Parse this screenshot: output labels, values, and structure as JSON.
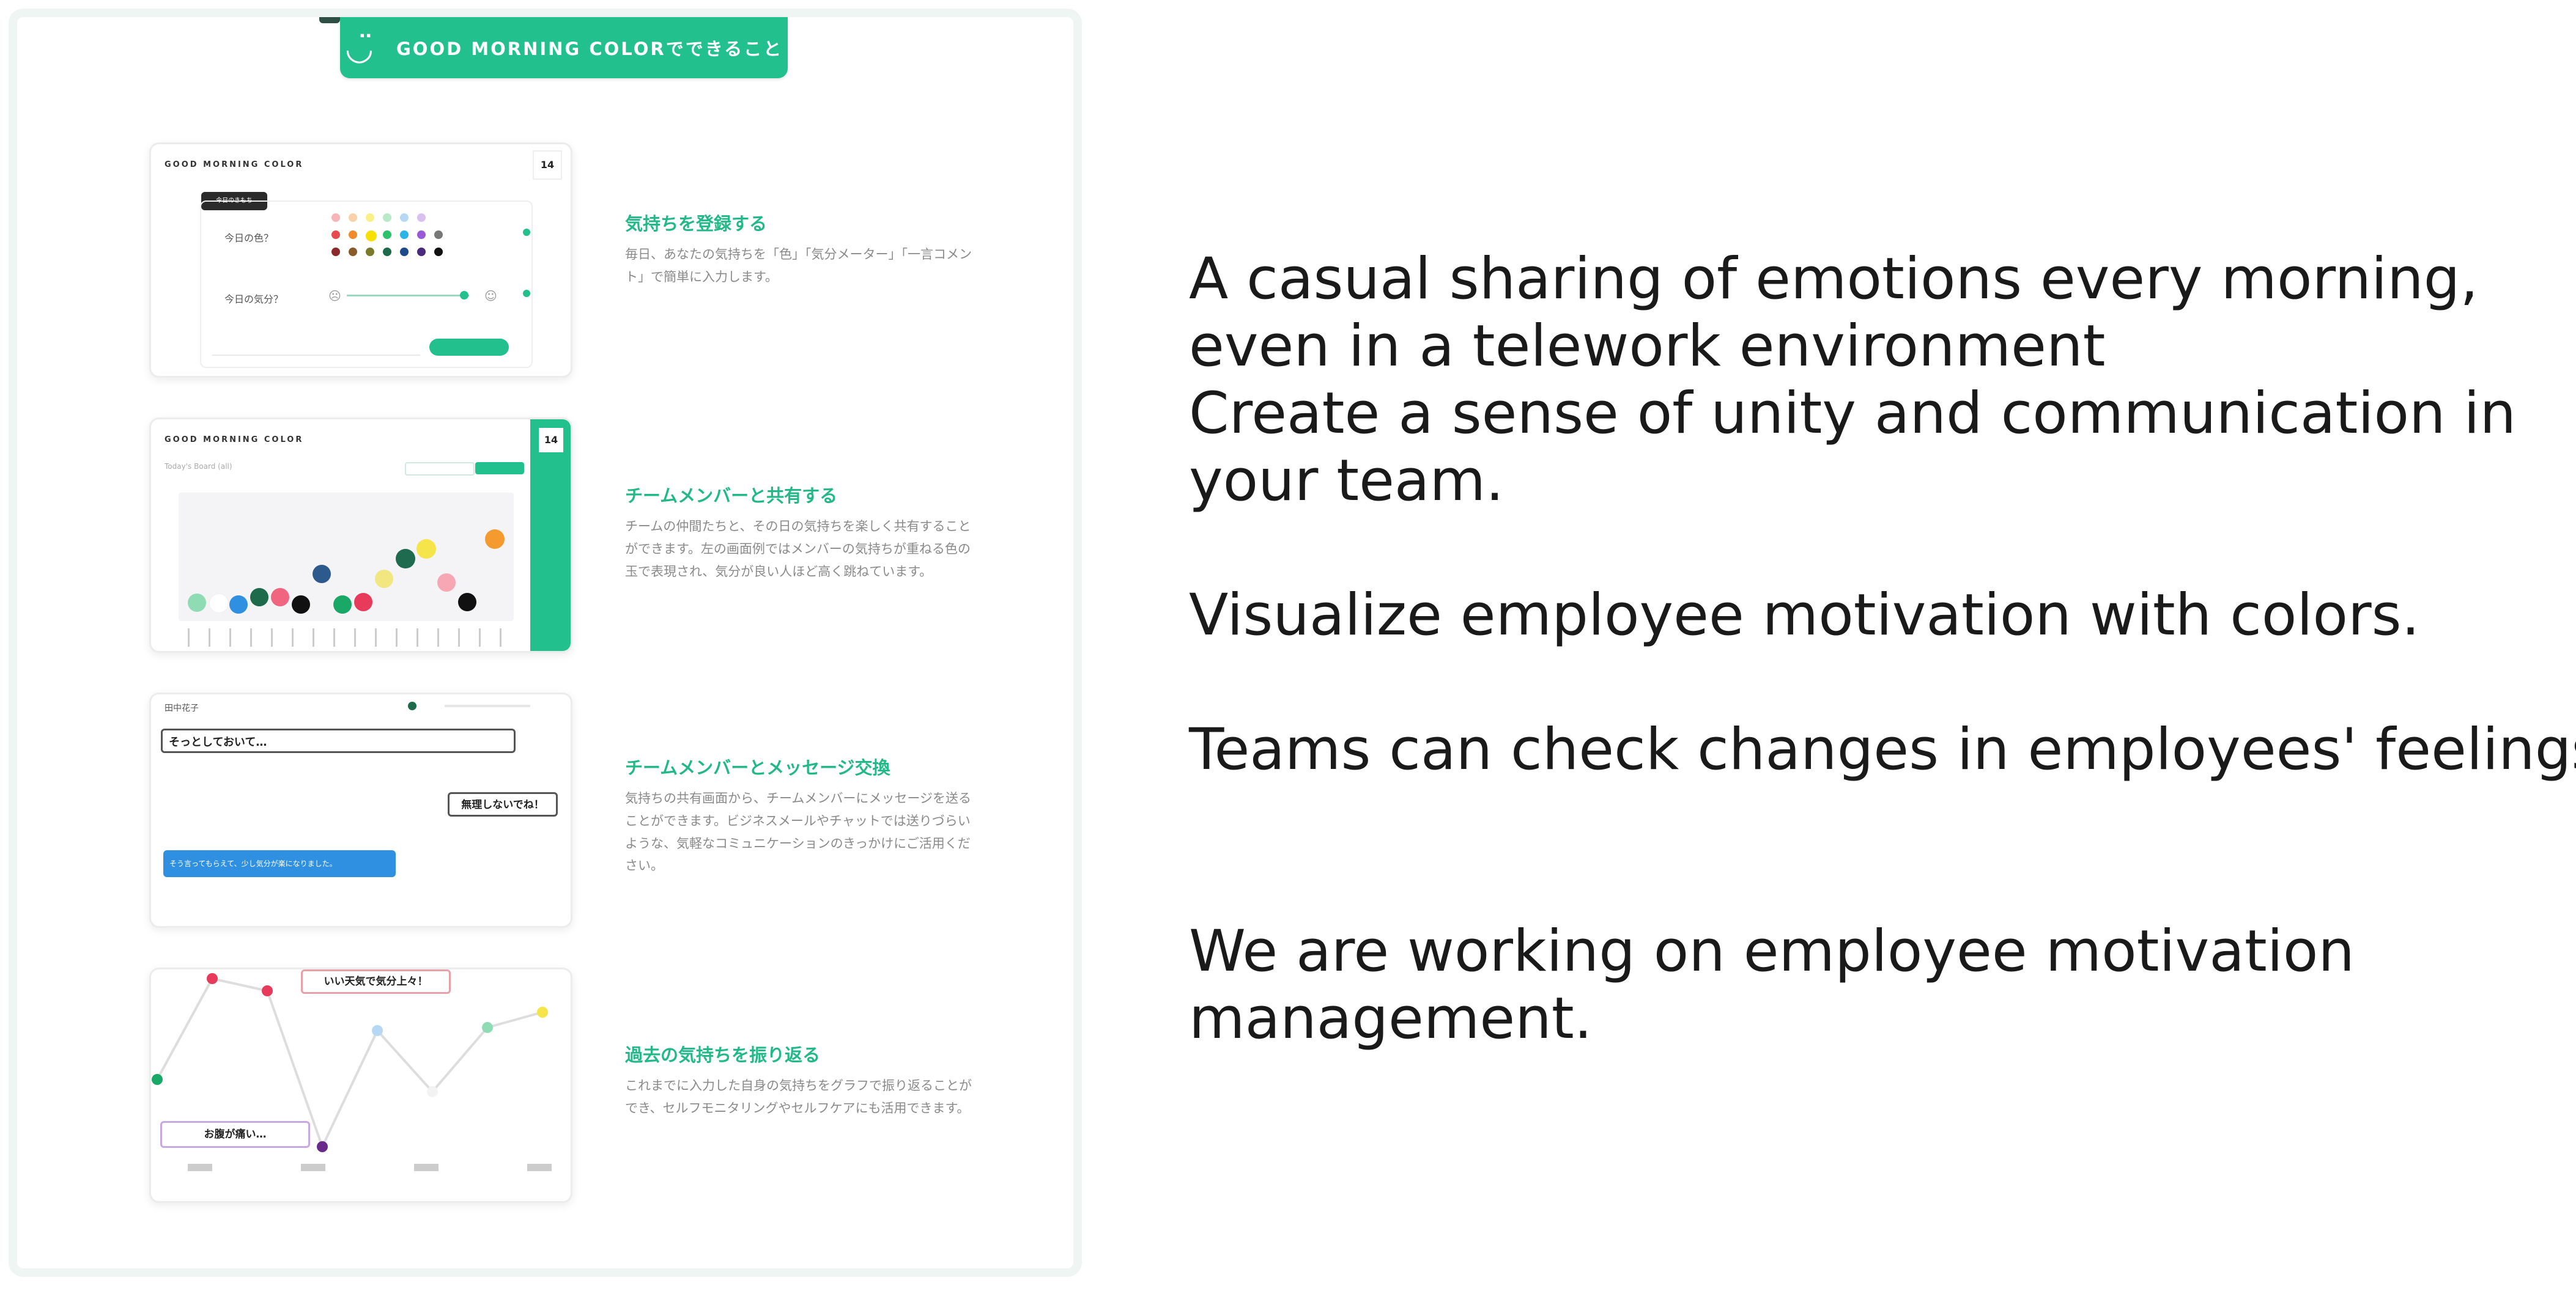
{
  "panel": {
    "tab_title": "GOOD MORNING COLORでできること",
    "brand": "GOOD MORNING COLOR",
    "features": [
      {
        "title": "気持ちを登録する",
        "desc": "毎日、あなたの気持ちを「色」「気分メーター」「一言コメント」で簡単に入力します。"
      },
      {
        "title": "チームメンバーと共有する",
        "desc": "チームの仲間たちと、その日の気持ちを楽しく共有することができます。左の画面例ではメンバーの気持ちが重ねる色の玉で表現され、気分が良い人ほど高く跳ねています。"
      },
      {
        "title": "チームメンバーとメッセージ交換",
        "desc": "気持ちの共有画面から、チームメンバーにメッセージを送ることができます。ビジネスメールやチャットでは送りづらいような、気軽なコミュニケーションのきっかけにご活用ください。"
      },
      {
        "title": "過去の気持ちを振り返る",
        "desc": "これまでに入力した自身の気持ちをグラフで振り返ることができ、セルフモニタリングやセルフケアにも活用できます。"
      }
    ],
    "mock1": {
      "color_label": "今日の色？",
      "mood_label": "今日の気分？",
      "day": "14",
      "small_tag": "今日のきもち"
    },
    "mock2": {
      "board_label": "Today's Board (all)",
      "day": "14"
    },
    "mock3": {
      "name": "田中花子",
      "bubble_left": "そっとしておいて…",
      "bubble_right": "無理しないでね！",
      "bubble_blue": "そう言ってもらえて、少し気分が楽になりました。"
    },
    "mock4": {
      "bubble_top": "いい天気で気分上々！",
      "bubble_bottom": "お腹が痛い…"
    }
  },
  "text": {
    "lines": [
      "A casual sharing of emotions every morning,",
      "even in a telework environment",
      "Create a sense of unity and communication in",
      "your team.",
      "Visualize employee motivation with colors.",
      "Teams can check changes in employees' feelings.",
      "We are working on employee motivation",
      "management."
    ]
  },
  "colors": {
    "accent": "#22c08c",
    "balls": [
      "#8fdcb4",
      "#ffffff",
      "#2f8fe0",
      "#1d6b4a",
      "#f06680",
      "#111111",
      "#2d5a8c",
      "#1aa866",
      "#e83a5a",
      "#f2e680",
      "#1f6b4f",
      "#f5e44a",
      "#f7a7b4",
      "#111111",
      "#f59a2e"
    ]
  }
}
